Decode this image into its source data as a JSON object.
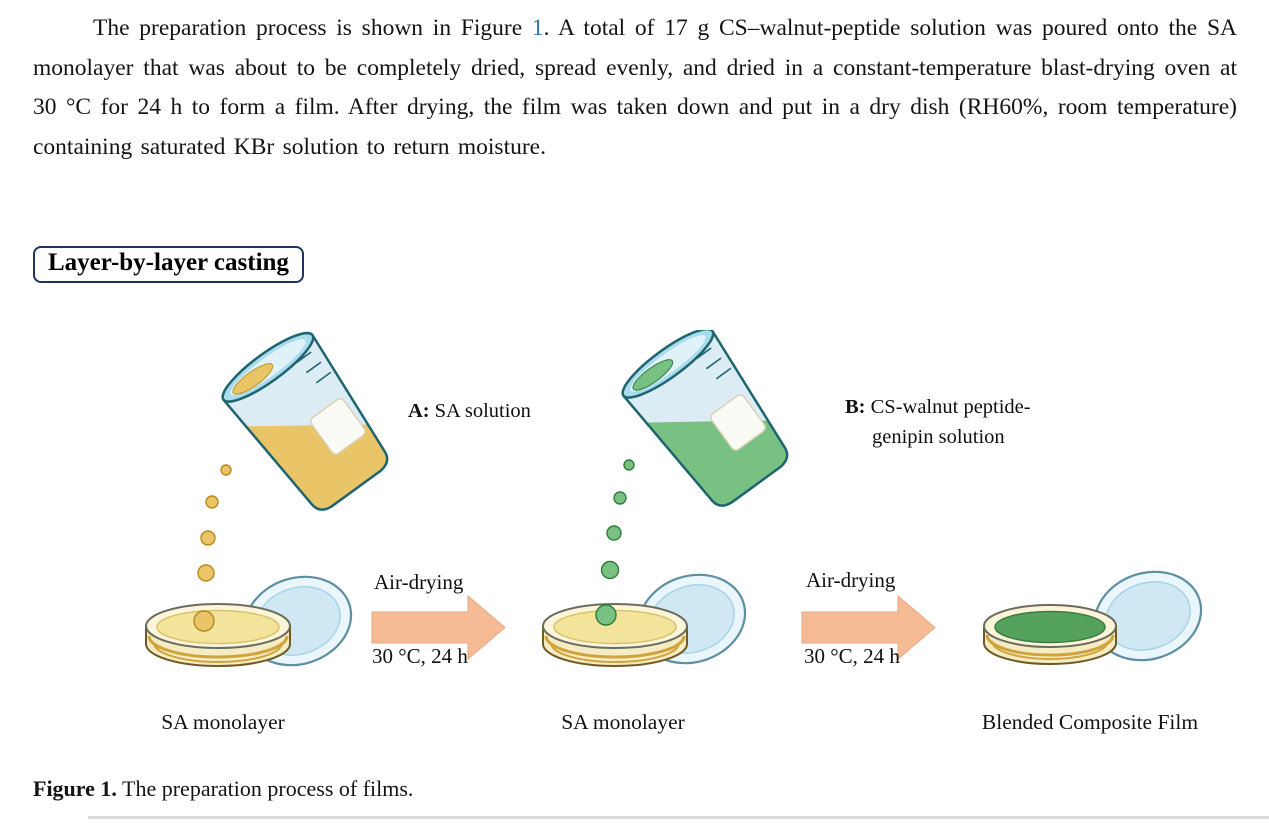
{
  "paragraph": {
    "before_link": "The preparation process is shown in Figure ",
    "figure_link": "1",
    "after_link": ".  A total of 17 g CS–walnut-peptide solution was poured onto the SA monolayer that was about to be completely dried, spread evenly, and dried in a constant-temperature blast-drying oven at 30 °C for 24 h to form a film.  After drying, the film was taken down and put in a dry dish (RH60%, room temperature) containing saturated KBr solution to return moisture."
  },
  "process_box": {
    "title": "Layer-by-layer casting"
  },
  "figure": {
    "beaker_a_label": {
      "prefix": "A:",
      "text": "SA solution"
    },
    "beaker_b_label": {
      "prefix": "B:",
      "line1": "CS-walnut peptide-",
      "line2": "genipin solution"
    },
    "step1": {
      "arrow_top": "Air-drying",
      "arrow_bottom": "30 °C, 24 h"
    },
    "step2": {
      "arrow_top": "Air-drying",
      "arrow_bottom": "30 °C, 24 h"
    },
    "stage1_caption": "SA monolayer",
    "stage2_caption": "SA monolayer",
    "stage3_caption": "Blended Composite Film",
    "colors": {
      "sa_solution": "#e9c568",
      "cs_solution": "#79c183",
      "arrow_fill": "#f5bb95",
      "lid_fill": "#cfe8f4",
      "dish_contents_yellow": "#f3e49c",
      "dish_contents_green": "#55a25d",
      "link_blue": "#2d71b8"
    }
  },
  "caption": {
    "prefix": "Figure 1.",
    "text": "The preparation process of films."
  }
}
